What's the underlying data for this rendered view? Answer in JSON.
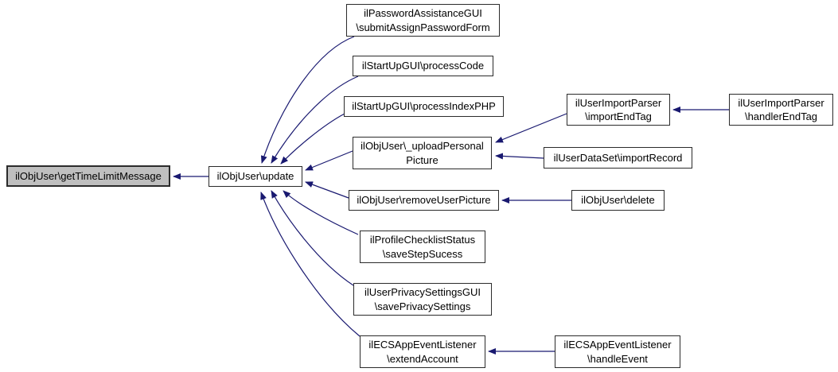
{
  "diagram": {
    "type": "caller-graph",
    "edge_color": "#191970",
    "node_fill": "#ffffff",
    "highlight_fill": "#bfbfbf",
    "node_border_color": "#2b2b2b",
    "text_color": "#000000",
    "nodes": {
      "getTimeLimitMessage": {
        "label": "ilObjUser\\getTimeLimitMessage",
        "highlighted": true
      },
      "update": {
        "label": "ilObjUser\\update",
        "highlighted": false
      },
      "submitAssignPasswordForm": {
        "label": "ilPasswordAssistanceGUI\n\\submitAssignPasswordForm",
        "highlighted": false
      },
      "processCode": {
        "label": "ilStartUpGUI\\processCode",
        "highlighted": false
      },
      "processIndexPHP": {
        "label": "ilStartUpGUI\\processIndexPHP",
        "highlighted": false
      },
      "uploadPersonalPicture": {
        "label": "ilObjUser\\_uploadPersonal\nPicture",
        "highlighted": false
      },
      "removeUserPicture": {
        "label": "ilObjUser\\removeUserPicture",
        "highlighted": false
      },
      "saveStepSucess": {
        "label": "ilProfileChecklistStatus\n\\saveStepSucess",
        "highlighted": false
      },
      "savePrivacySettings": {
        "label": "ilUserPrivacySettingsGUI\n\\savePrivacySettings",
        "highlighted": false
      },
      "extendAccount": {
        "label": "ilECSAppEventListener\n\\extendAccount",
        "highlighted": false
      },
      "importEndTag": {
        "label": "ilUserImportParser\n\\importEndTag",
        "highlighted": false
      },
      "importRecord": {
        "label": "ilUserDataSet\\importRecord",
        "highlighted": false
      },
      "delete": {
        "label": "ilObjUser\\delete",
        "highlighted": false
      },
      "handleEvent": {
        "label": "ilECSAppEventListener\n\\handleEvent",
        "highlighted": false
      },
      "handlerEndTag": {
        "label": "ilUserImportParser\n\\handlerEndTag",
        "highlighted": false
      }
    },
    "edges": [
      {
        "from": "update",
        "to": "getTimeLimitMessage"
      },
      {
        "from": "submitAssignPasswordForm",
        "to": "update"
      },
      {
        "from": "processCode",
        "to": "update"
      },
      {
        "from": "processIndexPHP",
        "to": "update"
      },
      {
        "from": "uploadPersonalPicture",
        "to": "update"
      },
      {
        "from": "removeUserPicture",
        "to": "update"
      },
      {
        "from": "saveStepSucess",
        "to": "update"
      },
      {
        "from": "savePrivacySettings",
        "to": "update"
      },
      {
        "from": "extendAccount",
        "to": "update"
      },
      {
        "from": "importEndTag",
        "to": "uploadPersonalPicture"
      },
      {
        "from": "importRecord",
        "to": "uploadPersonalPicture"
      },
      {
        "from": "handlerEndTag",
        "to": "importEndTag"
      },
      {
        "from": "delete",
        "to": "removeUserPicture"
      },
      {
        "from": "handleEvent",
        "to": "extendAccount"
      }
    ]
  }
}
